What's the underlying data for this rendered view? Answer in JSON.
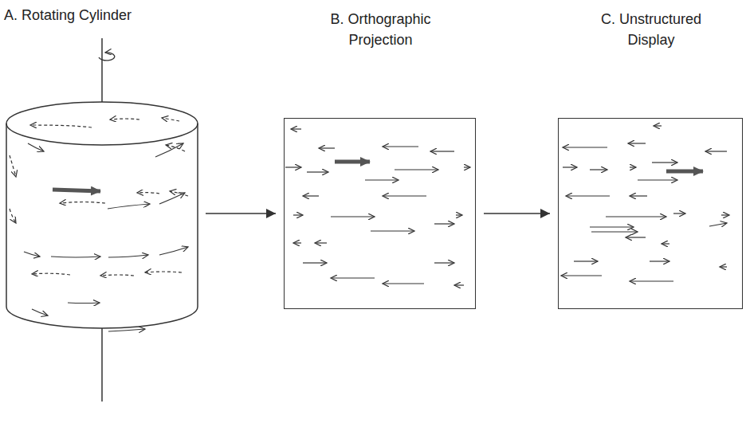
{
  "diagram": {
    "nodes": [
      {
        "text": [
          "A. Rotating Cylinder"
        ]
      },
      {
        "text": [
          "B. Orthographic Projection"
        ]
      },
      {
        "text": [
          "C. Unstructured Display"
        ]
      }
    ],
    "edges": [
      {
        "from": 0,
        "to": 1,
        "arrow": "to"
      },
      {
        "from": 1,
        "to": 2,
        "arrow": "to"
      }
    ]
  }
}
